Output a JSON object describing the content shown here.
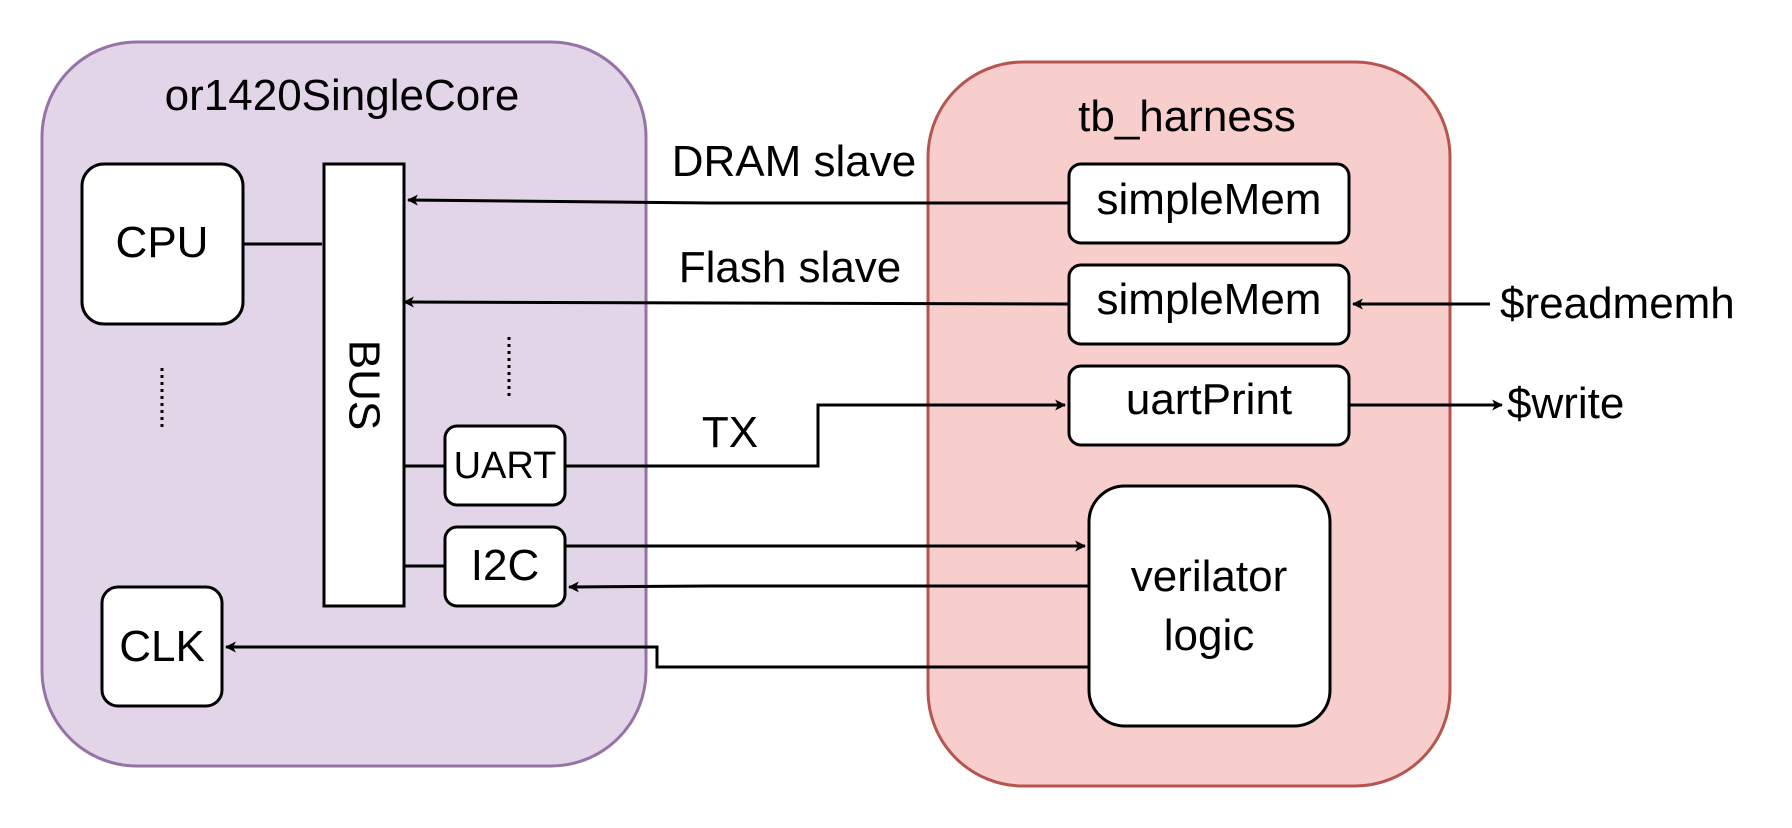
{
  "colors": {
    "left_fill": "#e1d5e7",
    "left_stroke": "#9673a6",
    "right_fill": "#f8cecc",
    "right_stroke": "#b85450",
    "box_fill": "#ffffff",
    "line": "#000000"
  },
  "left": {
    "title": "or1420SingleCore",
    "cpu": "CPU",
    "bus": "BUS",
    "uart": "UART",
    "i2c": "I2C",
    "clk": "CLK"
  },
  "right": {
    "title": "tb_harness",
    "mem1": "simpleMem",
    "mem2": "simpleMem",
    "uart_print": "uartPrint",
    "verilator_line1": "verilator",
    "verilator_line2": "logic"
  },
  "labels": {
    "dram": "DRAM slave",
    "flash": "Flash slave",
    "tx": "TX",
    "readmemh": "$readmemh",
    "write": "$write"
  }
}
